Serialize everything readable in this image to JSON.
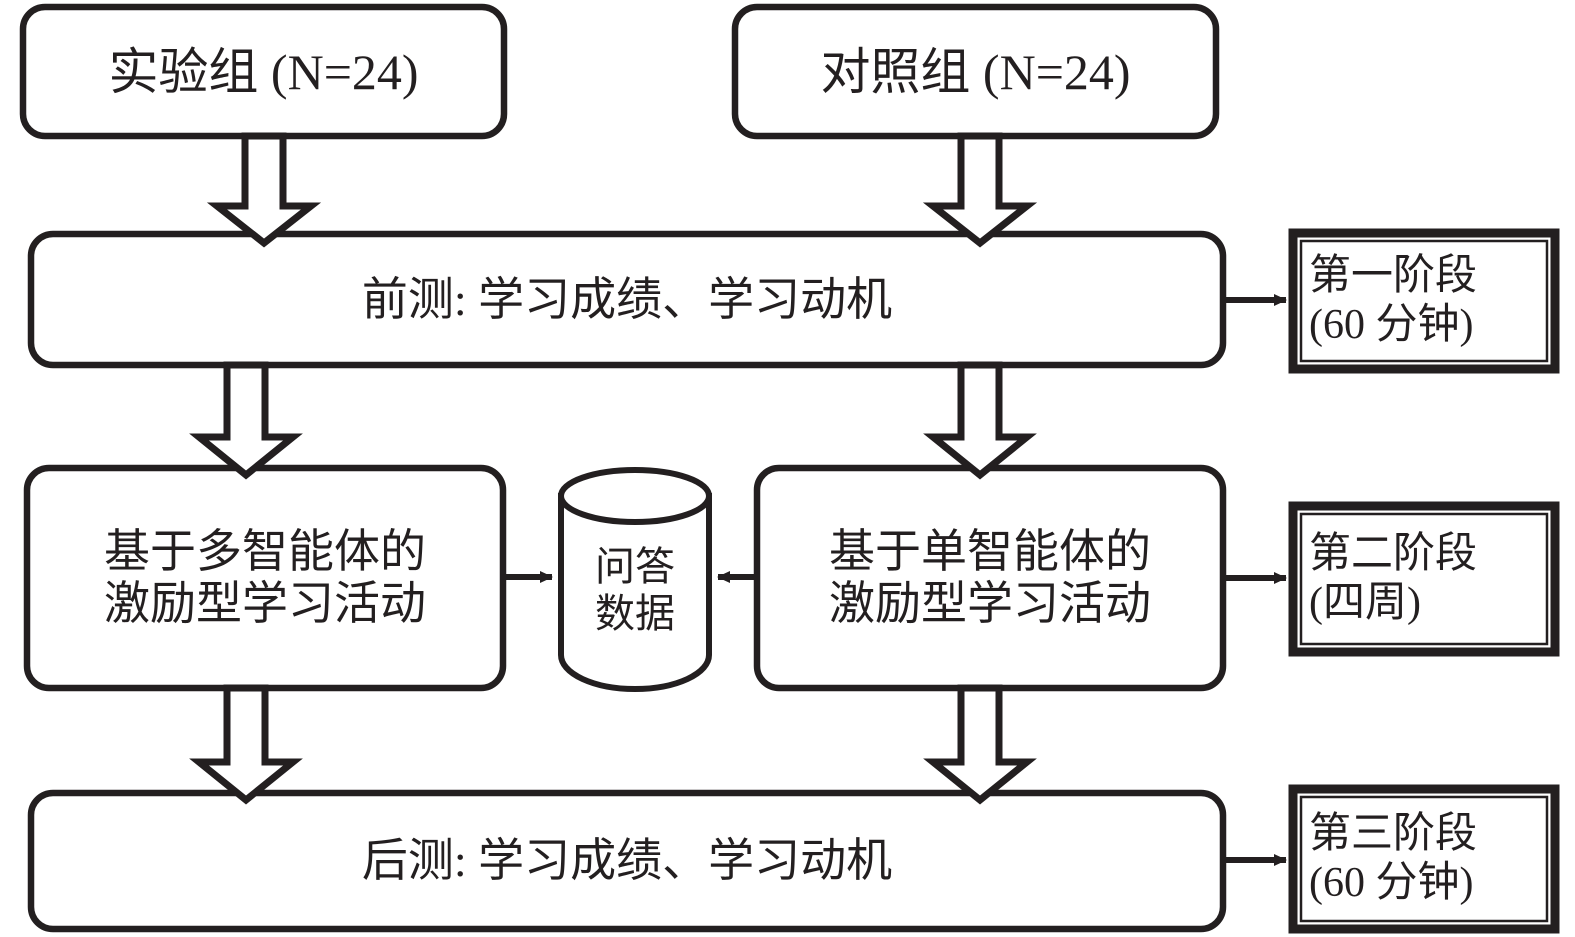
{
  "diagram": {
    "title": "实验流程图",
    "type": "experiment-flowchart",
    "orientation": "top-to-bottom",
    "colors": {
      "stroke": "#231f20",
      "fill": "#ffffff",
      "text": "#231f20"
    }
  },
  "nodes": {
    "experimental_group": {
      "label": "实验组 (N=24)",
      "shape": "rounded-rectangle"
    },
    "control_group": {
      "label": "对照组 (N=24)",
      "shape": "rounded-rectangle"
    },
    "pretest": {
      "label": "前测: 学习成绩、学习动机",
      "shape": "rounded-rectangle"
    },
    "multi_agent_activity": {
      "label": "基于多智能体的\n激励型学习活动",
      "shape": "rounded-rectangle"
    },
    "single_agent_activity": {
      "label": "基于单智能体的\n激励型学习活动",
      "shape": "rounded-rectangle"
    },
    "qa_database": {
      "label": "问答\n数据",
      "shape": "cylinder"
    },
    "posttest": {
      "label": "后测: 学习成绩、学习动机",
      "shape": "rounded-rectangle"
    }
  },
  "stages": [
    {
      "id": "stage-one",
      "label": "第一阶段\n(60 分钟)",
      "name": "第一阶段",
      "duration": "(60 分钟)"
    },
    {
      "id": "stage-two",
      "label": "第二阶段\n(四周)",
      "name": "第二阶段",
      "duration": "(四周)"
    },
    {
      "id": "stage-three",
      "label": "第三阶段\n(60 分钟)",
      "name": "第三阶段",
      "duration": "(60 分钟)"
    }
  ],
  "connectors": [
    {
      "id": "exp-to-pretest",
      "from": "experimental_group",
      "to": "pretest",
      "style": "block-arrow",
      "direction": "down"
    },
    {
      "id": "ctrl-to-pretest",
      "from": "control_group",
      "to": "pretest",
      "style": "block-arrow",
      "direction": "down"
    },
    {
      "id": "pretest-to-multi",
      "from": "pretest",
      "to": "multi_agent_activity",
      "style": "block-arrow",
      "direction": "down"
    },
    {
      "id": "pretest-to-single",
      "from": "pretest",
      "to": "single_agent_activity",
      "style": "block-arrow",
      "direction": "down"
    },
    {
      "id": "multi-to-db",
      "from": "multi_agent_activity",
      "to": "qa_database",
      "style": "line-arrow",
      "direction": "right"
    },
    {
      "id": "single-to-db",
      "from": "single_agent_activity",
      "to": "qa_database",
      "style": "line-arrow",
      "direction": "left"
    },
    {
      "id": "multi-to-posttest",
      "from": "multi_agent_activity",
      "to": "posttest",
      "style": "block-arrow",
      "direction": "down"
    },
    {
      "id": "single-to-posttest",
      "from": "single_agent_activity",
      "to": "posttest",
      "style": "block-arrow",
      "direction": "down"
    },
    {
      "id": "pretest-to-stage-one",
      "from": "pretest",
      "to": "stage-one",
      "style": "line-arrow",
      "direction": "right"
    },
    {
      "id": "single-to-stage-two",
      "from": "single_agent_activity",
      "to": "stage-two",
      "style": "line-arrow",
      "direction": "right"
    },
    {
      "id": "posttest-to-stage-three",
      "from": "posttest",
      "to": "stage-three",
      "style": "line-arrow",
      "direction": "right"
    }
  ]
}
